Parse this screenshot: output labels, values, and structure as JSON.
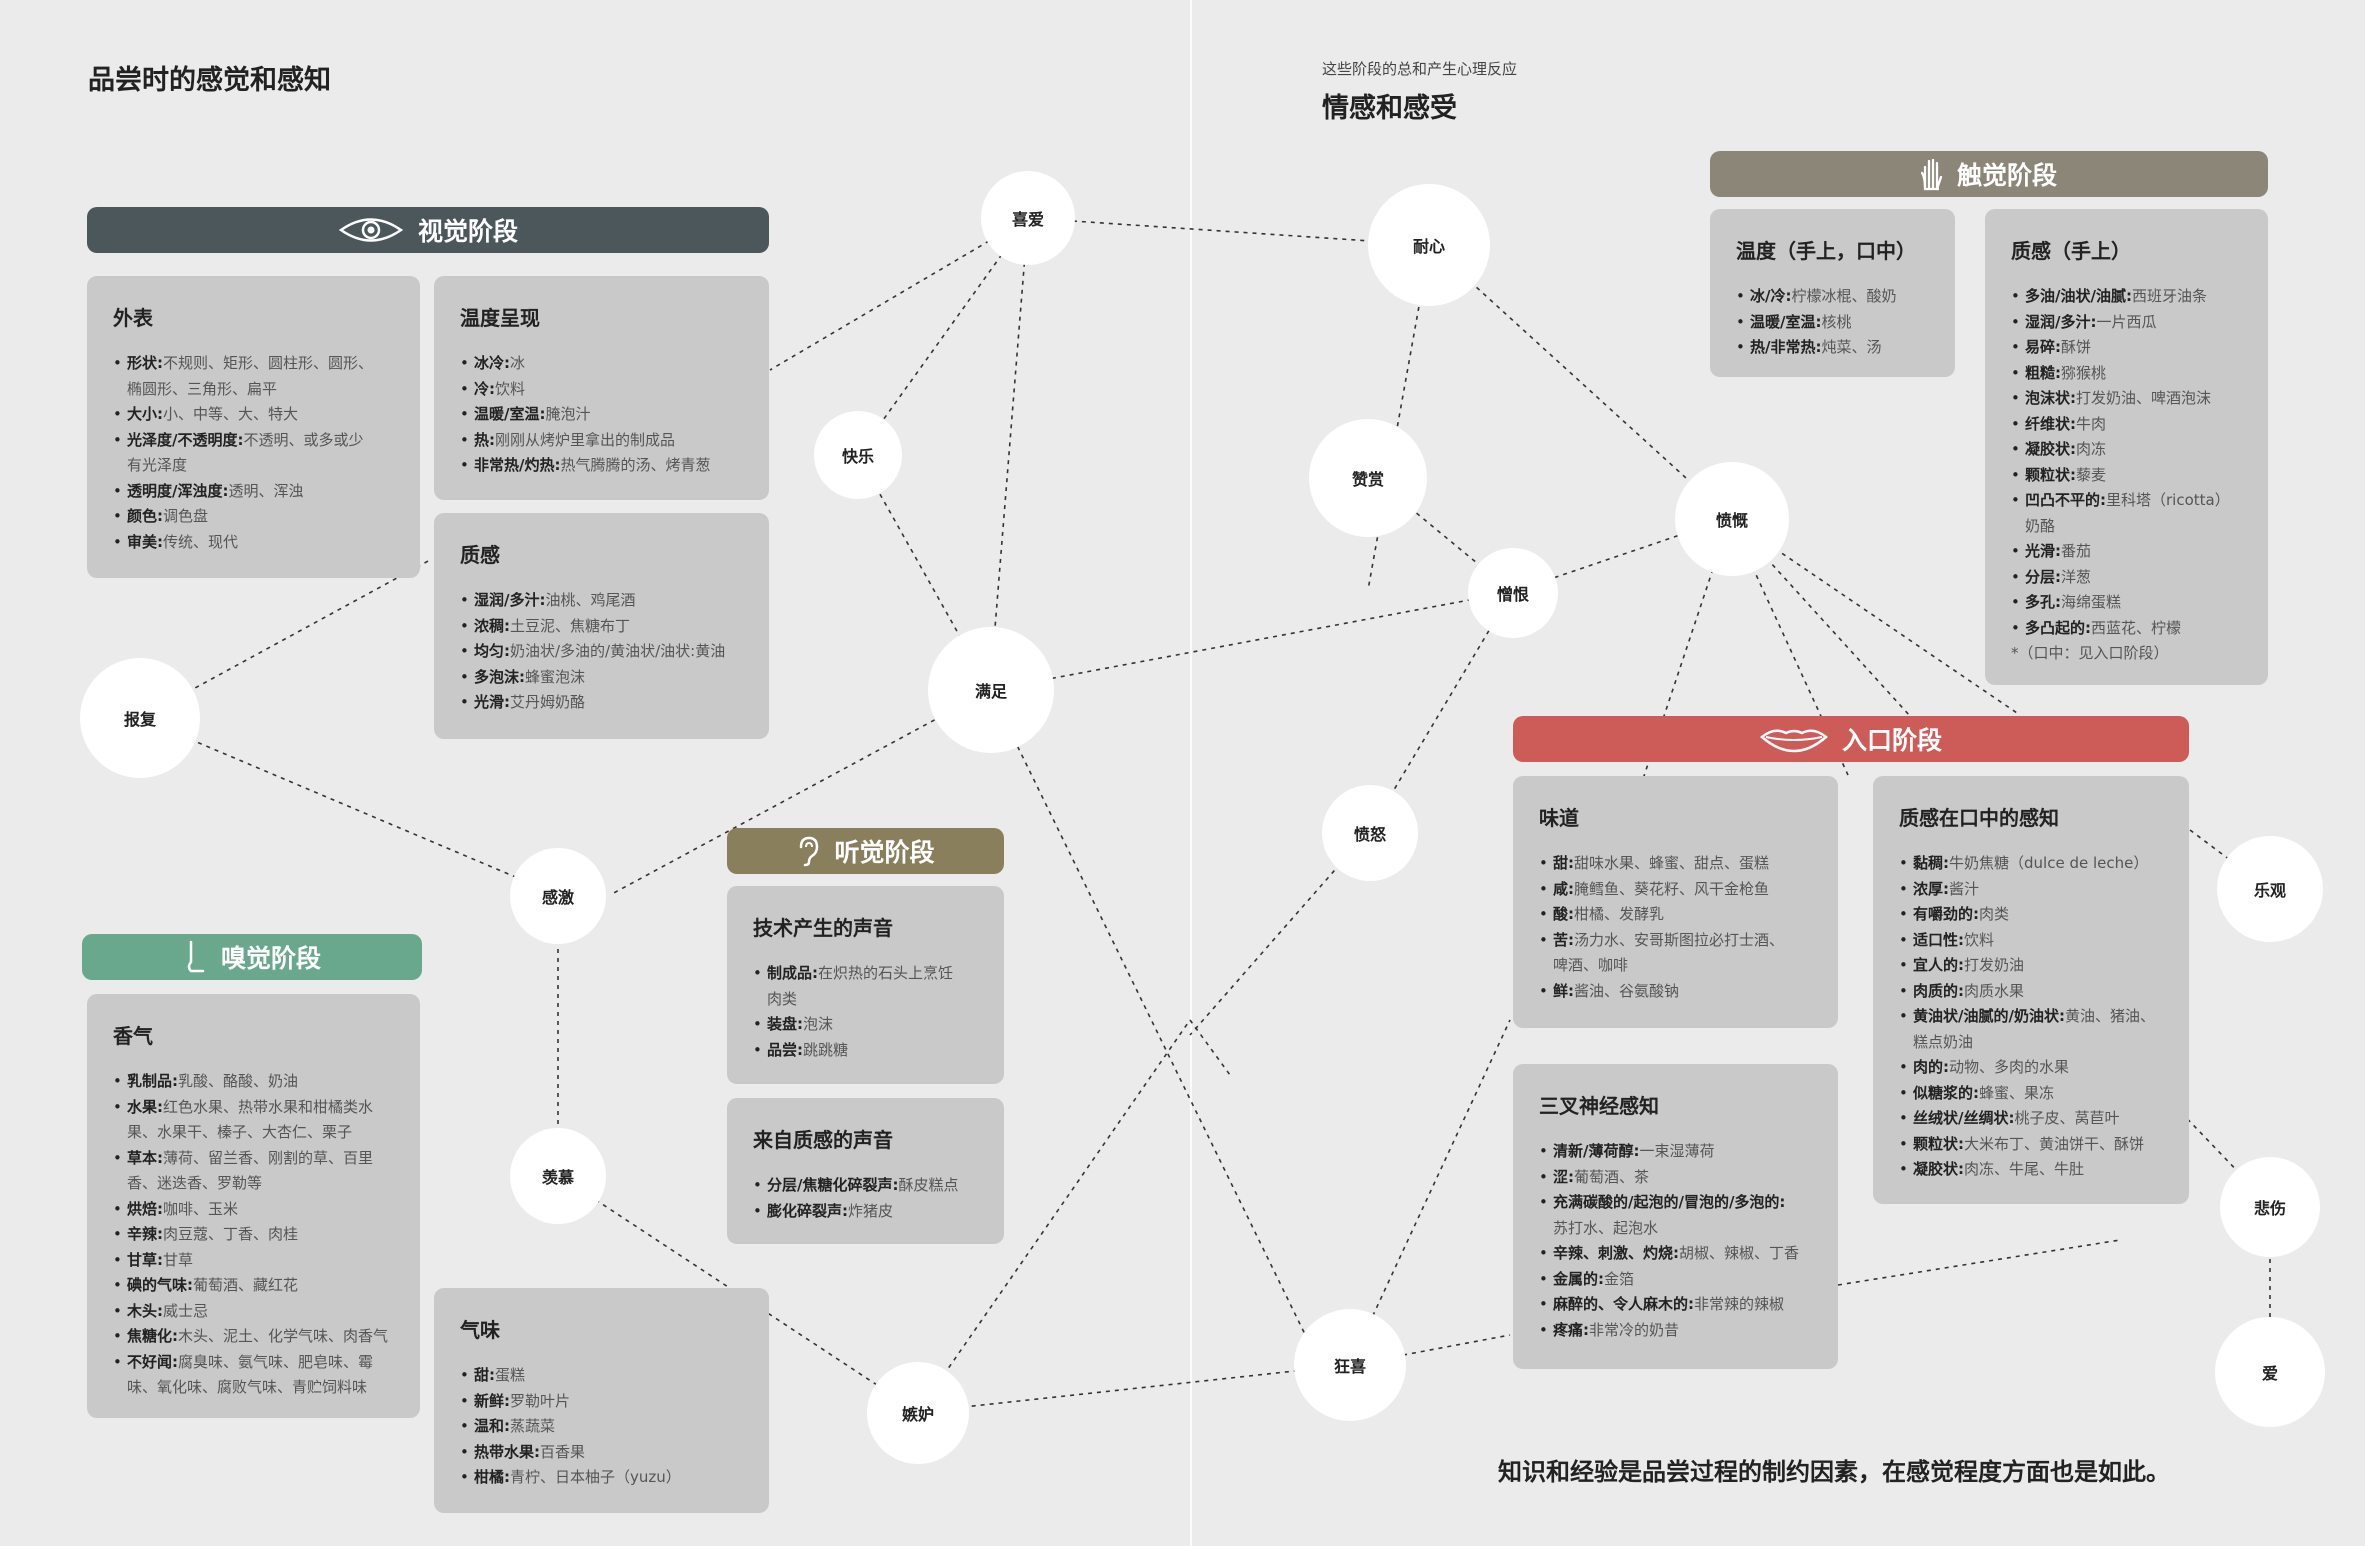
{
  "header": {
    "left_title": "品尝时的感觉和感知",
    "right_subtitle": "这些阶段的总和产生心理反应",
    "right_title": "情感和感受"
  },
  "visual": {
    "banner": "视觉阶段",
    "appearance": {
      "title": "外表",
      "items": [
        {
          "k": "形状:",
          "v": "不规则、矩形、圆柱形、圆形、"
        },
        {
          "k": "",
          "v": "椭圆形、三角形、扁平"
        },
        {
          "k": "大小:",
          "v": "小、中等、大、特大"
        },
        {
          "k": "光泽度/不透明度:",
          "v": "不透明、或多或少"
        },
        {
          "k": "",
          "v": "有光泽度"
        },
        {
          "k": "透明度/浑浊度:",
          "v": "透明、浑浊"
        },
        {
          "k": "颜色:",
          "v": "调色盘"
        },
        {
          "k": "审美:",
          "v": "传统、现代"
        }
      ]
    },
    "temperature": {
      "title": "温度呈现",
      "items": [
        {
          "k": "冰冷:",
          "v": "冰"
        },
        {
          "k": "冷:",
          "v": "饮料"
        },
        {
          "k": "温暖/室温:",
          "v": "腌泡汁"
        },
        {
          "k": "热:",
          "v": "刚刚从烤炉里拿出的制成品"
        },
        {
          "k": "非常热/灼热:",
          "v": "热气腾腾的汤、烤青葱"
        }
      ]
    },
    "texture": {
      "title": "质感",
      "items": [
        {
          "k": "湿润/多汁:",
          "v": "油桃、鸡尾酒"
        },
        {
          "k": "浓稠:",
          "v": "土豆泥、焦糖布丁"
        },
        {
          "k": "均匀:",
          "v": "奶油状/多油的/黄油状/油状:黄油"
        },
        {
          "k": "多泡沫:",
          "v": "蜂蜜泡沫"
        },
        {
          "k": "光滑:",
          "v": "艾丹姆奶酪"
        }
      ]
    }
  },
  "smell": {
    "banner": "嗅觉阶段",
    "aroma": {
      "title": "香气",
      "items": [
        {
          "k": "乳制品:",
          "v": "乳酸、酪酸、奶油"
        },
        {
          "k": "水果:",
          "v": "红色水果、热带水果和柑橘类水"
        },
        {
          "k": "",
          "v": "果、水果干、榛子、大杏仁、栗子"
        },
        {
          "k": "草本:",
          "v": "薄荷、留兰香、刚割的草、百里"
        },
        {
          "k": "",
          "v": "香、迷迭香、罗勒等"
        },
        {
          "k": "烘焙:",
          "v": "咖啡、玉米"
        },
        {
          "k": "辛辣:",
          "v": "肉豆蔻、丁香、肉桂"
        },
        {
          "k": "甘草:",
          "v": "甘草"
        },
        {
          "k": "碘的气味:",
          "v": "葡萄酒、藏红花"
        },
        {
          "k": "木头:",
          "v": "威士忌"
        },
        {
          "k": "焦糖化:",
          "v": "木头、泥土、化学气味、肉香气"
        },
        {
          "k": "不好闻:",
          "v": "腐臭味、氨气味、肥皂味、霉"
        },
        {
          "k": "",
          "v": "味、氧化味、腐败气味、青贮饲料味"
        }
      ]
    },
    "odor": {
      "title": "气味",
      "items": [
        {
          "k": "甜:",
          "v": "蛋糕"
        },
        {
          "k": "新鲜:",
          "v": "罗勒叶片"
        },
        {
          "k": "温和:",
          "v": "蒸蔬菜"
        },
        {
          "k": "热带水果:",
          "v": "百香果"
        },
        {
          "k": "柑橘:",
          "v": "青柠、日本柚子（yuzu）"
        }
      ]
    }
  },
  "hearing": {
    "banner": "听觉阶段",
    "technique": {
      "title": "技术产生的声音",
      "items": [
        {
          "k": "制成品:",
          "v": "在炽热的石头上烹饪"
        },
        {
          "k": "",
          "v": "肉类"
        },
        {
          "k": "装盘:",
          "v": "泡沫"
        },
        {
          "k": "品尝:",
          "v": "跳跳糖"
        }
      ]
    },
    "texture_sound": {
      "title": "来自质感的声音",
      "items": [
        {
          "k": "分层/焦糖化碎裂声:",
          "v": "酥皮糕点"
        },
        {
          "k": "膨化碎裂声:",
          "v": "炸猪皮"
        }
      ]
    }
  },
  "touch": {
    "banner": "触觉阶段",
    "temperature": {
      "title": "温度（手上，口中）",
      "items": [
        {
          "k": "冰/冷:",
          "v": "柠檬冰棍、酸奶"
        },
        {
          "k": "温暖/室温:",
          "v": "核桃"
        },
        {
          "k": "热/非常热:",
          "v": "炖菜、汤"
        }
      ]
    },
    "texture": {
      "title": "质感（手上）",
      "items": [
        {
          "k": "多油/油状/油腻:",
          "v": "西班牙油条"
        },
        {
          "k": "湿润/多汁:",
          "v": "一片西瓜"
        },
        {
          "k": "易碎:",
          "v": "酥饼"
        },
        {
          "k": "粗糙:",
          "v": "猕猴桃"
        },
        {
          "k": "泡沫状:",
          "v": "打发奶油、啤酒泡沫"
        },
        {
          "k": "纤维状:",
          "v": "牛肉"
        },
        {
          "k": "凝胶状:",
          "v": "肉冻"
        },
        {
          "k": "颗粒状:",
          "v": "藜麦"
        },
        {
          "k": "凹凸不平的:",
          "v": "里科塔（ricotta）"
        },
        {
          "k": "",
          "v": "奶酪"
        },
        {
          "k": "光滑:",
          "v": "番茄"
        },
        {
          "k": "分层:",
          "v": "洋葱"
        },
        {
          "k": "多孔:",
          "v": "海绵蛋糕"
        },
        {
          "k": "多凸起的:",
          "v": "西蓝花、柠檬"
        }
      ],
      "note": "*（口中：见入口阶段）"
    }
  },
  "mouth": {
    "banner": "入口阶段",
    "taste": {
      "title": "味道",
      "items": [
        {
          "k": "甜:",
          "v": "甜味水果、蜂蜜、甜点、蛋糕"
        },
        {
          "k": "咸:",
          "v": "腌鳕鱼、葵花籽、风干金枪鱼"
        },
        {
          "k": "酸:",
          "v": "柑橘、发酵乳"
        },
        {
          "k": "苦:",
          "v": "汤力水、安哥斯图拉必打士酒、"
        },
        {
          "k": "",
          "v": "啤酒、咖啡"
        },
        {
          "k": "鲜:",
          "v": "酱油、谷氨酸钠"
        }
      ]
    },
    "trigeminal": {
      "title": "三叉神经感知",
      "items": [
        {
          "k": "清新/薄荷醇:",
          "v": "一束湿薄荷"
        },
        {
          "k": "涩:",
          "v": "葡萄酒、茶"
        },
        {
          "k": "充满碳酸的/起泡的/冒泡的/多泡的:",
          "v": ""
        },
        {
          "k": "",
          "v": "苏打水、起泡水"
        },
        {
          "k": "辛辣、刺激、灼烧:",
          "v": "胡椒、辣椒、丁香"
        },
        {
          "k": "金属的:",
          "v": "金箔"
        },
        {
          "k": "麻醉的、令人麻木的:",
          "v": "非常辣的辣椒"
        },
        {
          "k": "疼痛:",
          "v": "非常冷的奶昔"
        }
      ]
    },
    "mouthfeel": {
      "title": "质感在口中的感知",
      "items": [
        {
          "k": "黏稠:",
          "v": "牛奶焦糖（dulce de leche）"
        },
        {
          "k": "浓厚:",
          "v": "酱汁"
        },
        {
          "k": "有嚼劲的:",
          "v": "肉类"
        },
        {
          "k": "适口性:",
          "v": "饮料"
        },
        {
          "k": "宜人的:",
          "v": "打发奶油"
        },
        {
          "k": "肉质的:",
          "v": "肉质水果"
        },
        {
          "k": "黄油状/油腻的/奶油状:",
          "v": "黄油、猪油、"
        },
        {
          "k": "",
          "v": "糕点奶油"
        },
        {
          "k": "肉的:",
          "v": "动物、多肉的水果"
        },
        {
          "k": "似糖浆的:",
          "v": "蜂蜜、果冻"
        },
        {
          "k": "丝绒状/丝绸状:",
          "v": "桃子皮、莴苣叶"
        },
        {
          "k": "颗粒状:",
          "v": "大米布丁、黄油饼干、酥饼"
        },
        {
          "k": "凝胶状:",
          "v": "肉冻、牛尾、牛肚"
        }
      ]
    }
  },
  "emotions": {
    "xiai": "喜爱",
    "kuaile": "快乐",
    "manzu": "满足",
    "baofu": "报复",
    "ganji": "感激",
    "xianmu": "羡慕",
    "jidu": "嫉妒",
    "naixin": "耐心",
    "zanshang": "赞赏",
    "zenghen": "憎恨",
    "fenkai": "愤慨",
    "fennu": "愤怒",
    "kuangxi": "狂喜",
    "leguan": "乐观",
    "beishang": "悲伤",
    "ai": "爱"
  },
  "footer": "知识和经验是品尝过程的制约因素，在感觉程度方面也是如此。",
  "colors": {
    "visual": "#4b575b",
    "smell": "#6aa88e",
    "hearing": "#8a7f5c",
    "touch": "#8b8677",
    "mouth": "#cd5c59",
    "card": "#c9c9c9",
    "node": "#ffffff",
    "background": "#ebebeb"
  },
  "icons": {
    "visual": "eye-icon",
    "smell": "nose-icon",
    "hearing": "ear-icon",
    "touch": "hand-icon",
    "mouth": "lips-icon"
  }
}
